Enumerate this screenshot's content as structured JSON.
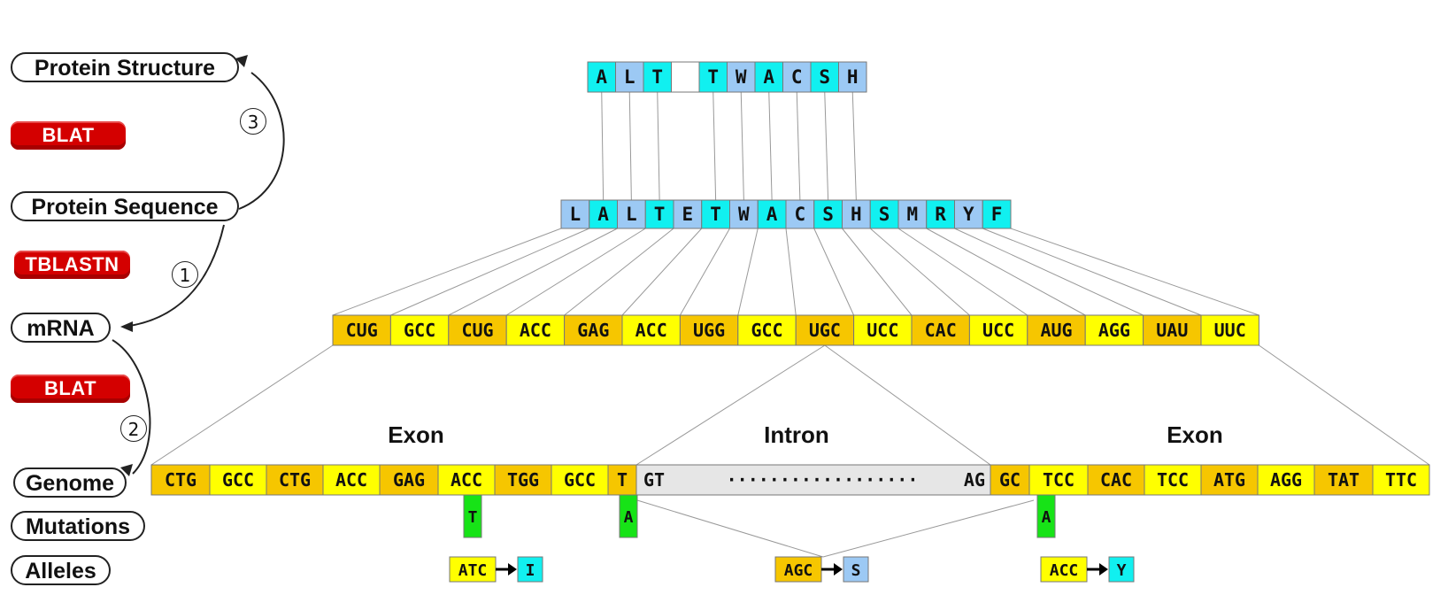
{
  "pipeline": {
    "levels": [
      {
        "id": "protein-structure",
        "label": "Protein Structure"
      },
      {
        "id": "protein-sequence",
        "label": "Protein Sequence"
      },
      {
        "id": "mrna",
        "label": "mRNA"
      },
      {
        "id": "genome",
        "label": "Genome"
      },
      {
        "id": "mutations",
        "label": "Mutations"
      },
      {
        "id": "alleles",
        "label": "Alleles"
      }
    ],
    "tools": [
      "BLAT",
      "TBLASTN",
      "BLAT"
    ],
    "steps": [
      "3",
      "1",
      "2"
    ]
  },
  "structure_residues": [
    "A",
    "L",
    "T",
    "",
    "T",
    "W",
    "A",
    "C",
    "S",
    "H"
  ],
  "protein_residues": [
    "L",
    "A",
    "L",
    "T",
    "E",
    "T",
    "W",
    "A",
    "C",
    "S",
    "H",
    "S",
    "M",
    "R",
    "Y",
    "F"
  ],
  "mrna_codons": [
    "CUG",
    "GCC",
    "CUG",
    "ACC",
    "GAG",
    "ACC",
    "UGG",
    "GCC",
    "UGC",
    "UCC",
    "CAC",
    "UCC",
    "AUG",
    "AGG",
    "UAU",
    "UUC"
  ],
  "genome": {
    "exon1_codons": [
      "CTG",
      "GCC",
      "CTG",
      "ACC",
      "GAG",
      "ACC",
      "TGG",
      "GCC",
      "T"
    ],
    "intron_start": "GT",
    "intron_dots": "··················",
    "intron_end": "AG",
    "exon2_codons": [
      "GC",
      "TCC",
      "CAC",
      "TCC",
      "ATG",
      "AGG",
      "TAT",
      "TTC"
    ]
  },
  "region_labels": {
    "exon_left": "Exon",
    "intron": "Intron",
    "exon_right": "Exon"
  },
  "mutations": [
    "T",
    "A",
    "A"
  ],
  "alleles": [
    {
      "codon": "ATC",
      "aa": "I"
    },
    {
      "codon": "AGC",
      "aa": "S"
    },
    {
      "codon": "ACC",
      "aa": "Y"
    }
  ],
  "colors": {
    "cyan": "#11f0f0",
    "light_blue": "#9cc9f4",
    "yellow": "#ffff00",
    "gold": "#f6c600",
    "green": "#17e317",
    "gray": "#e6e6e6",
    "red": "#d40000"
  }
}
